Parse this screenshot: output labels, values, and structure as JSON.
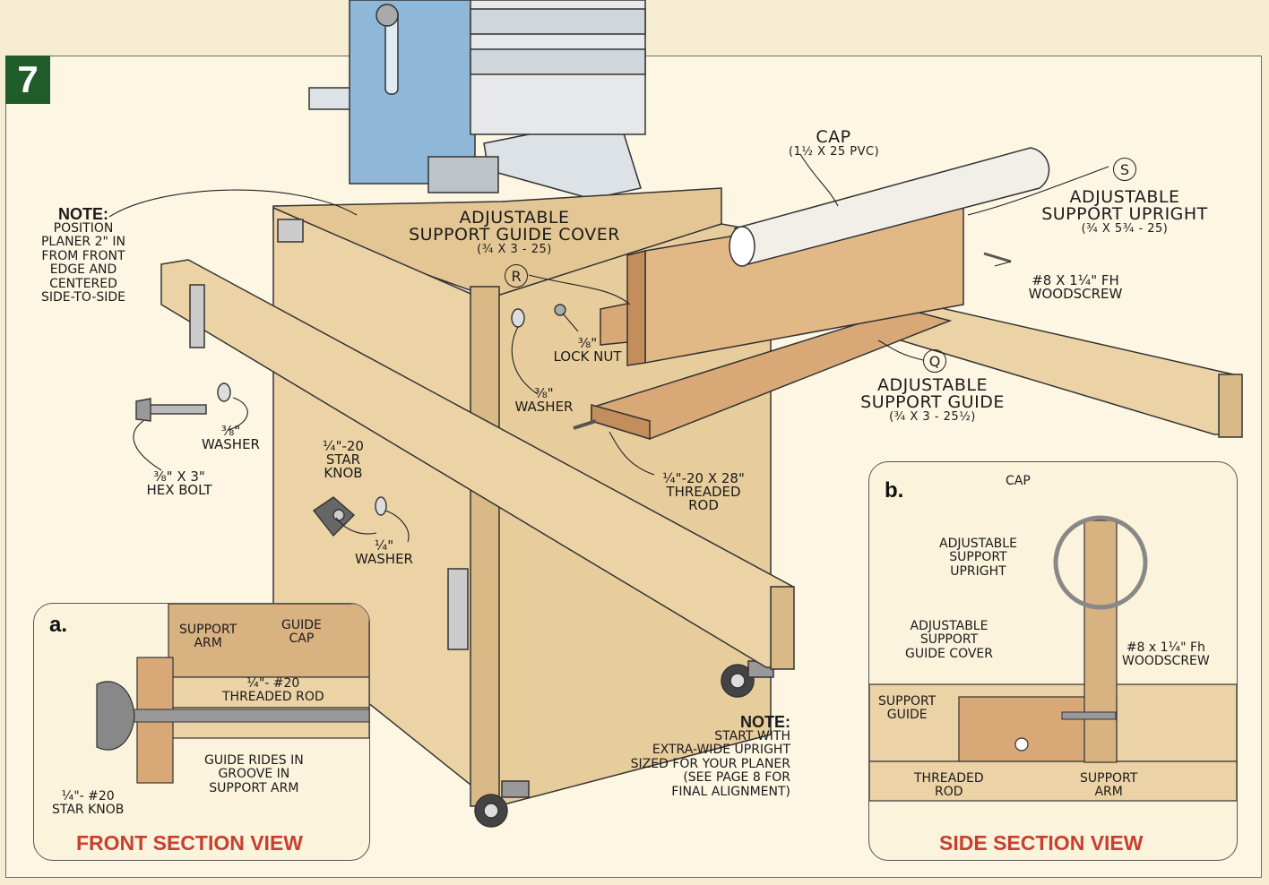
{
  "figure_number": "7",
  "labels": {
    "cap": {
      "name": "CAP",
      "dim": "(1½ x 25 PVC)"
    },
    "cover": {
      "name1": "ADJUSTABLE",
      "name2": "SUPPORT GUIDE COVER",
      "dim": "(¾ x 3 - 25)"
    },
    "upright": {
      "name1": "ADJUSTABLE",
      "name2": "SUPPORT UPRIGHT",
      "dim": "(¾ x 5¾ - 25)"
    },
    "guide": {
      "name1": "ADJUSTABLE",
      "name2": "SUPPORT GUIDE",
      "dim": "(¾ x 3 - 25½)"
    },
    "woodscrew": {
      "line1": "#8 x 1¼\" Fh",
      "line2": "WOODSCREW"
    },
    "lock_nut": {
      "line1": "⅜\"",
      "line2": "LOCK NUT"
    },
    "washer_38_a": {
      "line1": "⅜\"",
      "line2": "WASHER"
    },
    "washer_38_b": {
      "line1": "⅜\"",
      "line2": "WASHER"
    },
    "hex_bolt": {
      "line1": "⅜\" x 3\"",
      "line2": "HEX BOLT"
    },
    "star_knob": {
      "line1": "¼\"-20",
      "line2": "STAR",
      "line3": "KNOB"
    },
    "washer_14": {
      "line1": "¼\"",
      "line2": "WASHER"
    },
    "threaded_rod": {
      "line1": "¼\"-20 x 28\"",
      "line2": "THREADED",
      "line3": "ROD"
    },
    "part_q": "Q",
    "part_r": "R",
    "part_s": "S"
  },
  "notes": {
    "note1": {
      "heading": "NOTE:",
      "lines": [
        "POSITION",
        "PLANER 2\" IN",
        "FROM FRONT",
        "EDGE AND",
        "CENTERED",
        "SIDE-TO-SIDE"
      ]
    },
    "note2": {
      "heading": "NOTE:",
      "lines": [
        "START WITH",
        "EXTRA-WIDE UPRIGHT",
        "SIZED FOR YOUR PLANER",
        "(SEE PAGE 8 FOR",
        "FINAL ALIGNMENT)"
      ]
    }
  },
  "inset_a": {
    "letter": "a.",
    "title": "FRONT SECTION VIEW",
    "labels": {
      "support_arm": "SUPPORT\nARM",
      "guide_cap": "GUIDE\nCAP",
      "threaded_rod": "¼\"- #20\nTHREADED ROD",
      "guide_rides": "GUIDE RIDES IN\nGROOVE IN\nSUPPORT ARM",
      "star_knob": "¼\"- #20\nSTAR KNOB"
    }
  },
  "inset_b": {
    "letter": "b.",
    "title": "SIDE SECTION VIEW",
    "labels": {
      "cap": "CAP",
      "upright": "ADJUSTABLE\nSUPPORT\nUPRIGHT",
      "cover": "ADJUSTABLE\nSUPPORT\nGUIDE COVER",
      "woodscrew": "#8 x 1¼\" Fh\nWOODSCREW",
      "support_guide": "SUPPORT\nGUIDE",
      "threaded_rod": "THREADED\nROD",
      "support_arm": "SUPPORT\nARM"
    }
  },
  "colors": {
    "plywood": "#ecd3a6",
    "plywood_dark": "#d9b985",
    "planer_blue": "#8fb7d8",
    "title_red": "#c8402f",
    "badge_green": "#1f5c2a",
    "background": "#fdf6e3"
  }
}
